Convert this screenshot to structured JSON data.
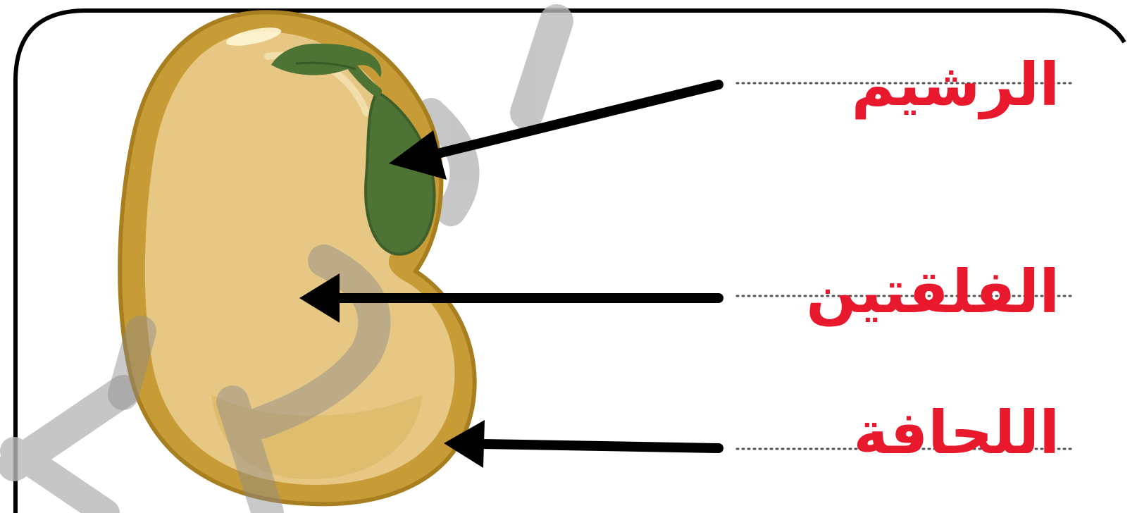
{
  "labels": {
    "embryo": "الرشيم",
    "cotyledons": "الفلقتين",
    "seed_coat": "اللحافة"
  },
  "colors": {
    "label_text": "#e8192c",
    "seed_fill": "#e6c784",
    "seed_outline": "#b8922a",
    "embryo_leaf": "#4d7335",
    "arrow": "#000000",
    "frame": "#000000",
    "watermark": "#b9b9b9"
  }
}
